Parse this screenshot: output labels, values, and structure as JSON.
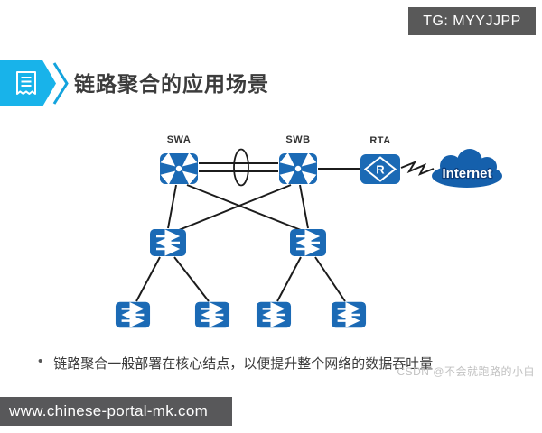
{
  "tg_badge": {
    "label": "TG: MYYJJPP"
  },
  "header": {
    "title": "链路聚合的应用场景"
  },
  "diagram": {
    "labels": {
      "swa": "SWA",
      "swb": "SWB",
      "rta": "RTA",
      "router_glyph": "R",
      "internet": "Internet"
    }
  },
  "bullet": {
    "marker": "•",
    "text": "链路聚合一般部署在核心结点，以便提升整个网络的数据吞吐量"
  },
  "watermark": {
    "text": "CSDN @不会就跑路的小白"
  },
  "footer": {
    "site": "www.chinese-portal-mk.com"
  },
  "colors": {
    "accent_cyan": "#18b3ea",
    "node_blue": "#1b6ab5",
    "bar_gray": "#595959",
    "line_black": "#1c1c1c"
  }
}
